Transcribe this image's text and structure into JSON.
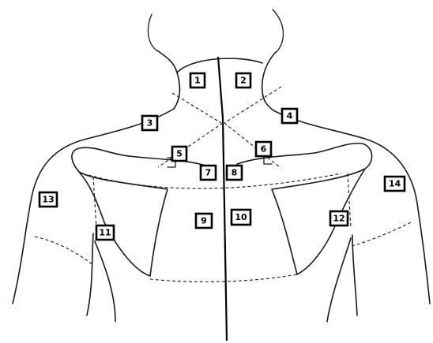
{
  "diagram": {
    "regions": [
      {
        "label": "1"
      },
      {
        "label": "2"
      },
      {
        "label": "3"
      },
      {
        "label": "4"
      },
      {
        "label": "5"
      },
      {
        "label": "6"
      },
      {
        "label": "7"
      },
      {
        "label": "8"
      },
      {
        "label": "9"
      },
      {
        "label": "10"
      },
      {
        "label": "11"
      },
      {
        "label": "12"
      },
      {
        "label": "13"
      },
      {
        "label": "14"
      }
    ]
  }
}
